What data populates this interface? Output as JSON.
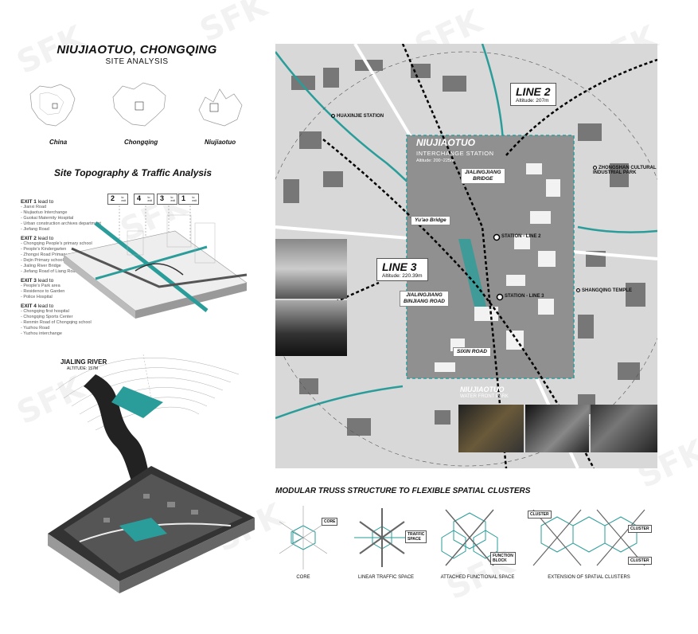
{
  "header": {
    "title": "NIUJIAOTUO, CHONGQING",
    "subtitle": "SITE ANALYSIS"
  },
  "locations": {
    "china": "China",
    "chongqing": "Chongqing",
    "niujiaotuo": "Niujiaotuo"
  },
  "topography": {
    "title": "Site Topography & Traffic Analysis",
    "river_name": "JIALING RIVER",
    "river_altitude": "ALTITUDE: 157M"
  },
  "exits": [
    {
      "heading": "EXIT 1",
      "lead": "lead to",
      "items": [
        "Jianxi Road",
        "Niujiaotuo Interchange",
        "Guokai Maternity Hospital",
        "Urban construction archives department",
        "Jiefang Road"
      ]
    },
    {
      "heading": "EXIT 2",
      "lead": "lead to",
      "items": [
        "Chongqing People's primary school",
        "People's Kindergarten",
        "Zhongxi Road Primary school",
        "Dejin Primary school",
        "Jialing River Bridge",
        "Jiefang Road of Liang Road"
      ]
    },
    {
      "heading": "EXIT 3",
      "lead": "lead to",
      "items": [
        "People's Park area",
        "Residence to Garden",
        "Police Hospital"
      ]
    },
    {
      "heading": "EXIT 4",
      "lead": "lead to",
      "items": [
        "Chongqing first hospital",
        "Chongqing Sports Center",
        "Renmin Road of Chongqing school",
        "Yuzhou Road",
        "Yuzhou interchange"
      ]
    }
  ],
  "exit_tags": [
    "2",
    "4",
    "3",
    "1"
  ],
  "exit_tag_small": "to\nexit",
  "map": {
    "line2_name": "LINE 2",
    "line2_alt": "Altitude: 207m",
    "line3_name": "LINE 3",
    "line3_alt": "Altitude: 220.39m",
    "station_title": "NIUJIAOTUO",
    "station_sub": "INTERCHANGE STATION",
    "station_alt": "Altitude: 200~225m",
    "bridge1": "JIALINGJIANG\nBRIDGE",
    "bridge2": "Yu'ao Bridge",
    "road1": "JIALINGJIANG\nBINJIANG ROAD",
    "road2": "SIXIN ROAD",
    "st_line2": "STATION - LINE 2",
    "st_line3": "STATION - LINE 3",
    "huaxinjie": "HUAXINJIE STATION",
    "zhongshan": "ZHONGSHAN CULTURAL\nINDUSTRIAL PARK",
    "temple": "SHANGQING TEMPLE",
    "wf_title": "NIUJIAOTUO",
    "wf_sub": "WATER FRONT PARK"
  },
  "modular": {
    "title": "MODULAR TRUSS STRUCTURE TO FLEXIBLE SPATIAL CLUSTERS",
    "captions": [
      "CORE",
      "LINEAR TRAFFIC SPACE",
      "ATTACHED FUNCTIONAL SPACE",
      "EXTENSION OF SPATIAL CLUSTERS"
    ],
    "tag_core": "CORE",
    "tag_traffic": "TRAFFIC\nSPACE",
    "tag_function": "FUNCTION\nBLOCK",
    "tag_cluster": "CLUSTER"
  },
  "colors": {
    "teal": "#2a9d9a",
    "dark": "#222222"
  }
}
